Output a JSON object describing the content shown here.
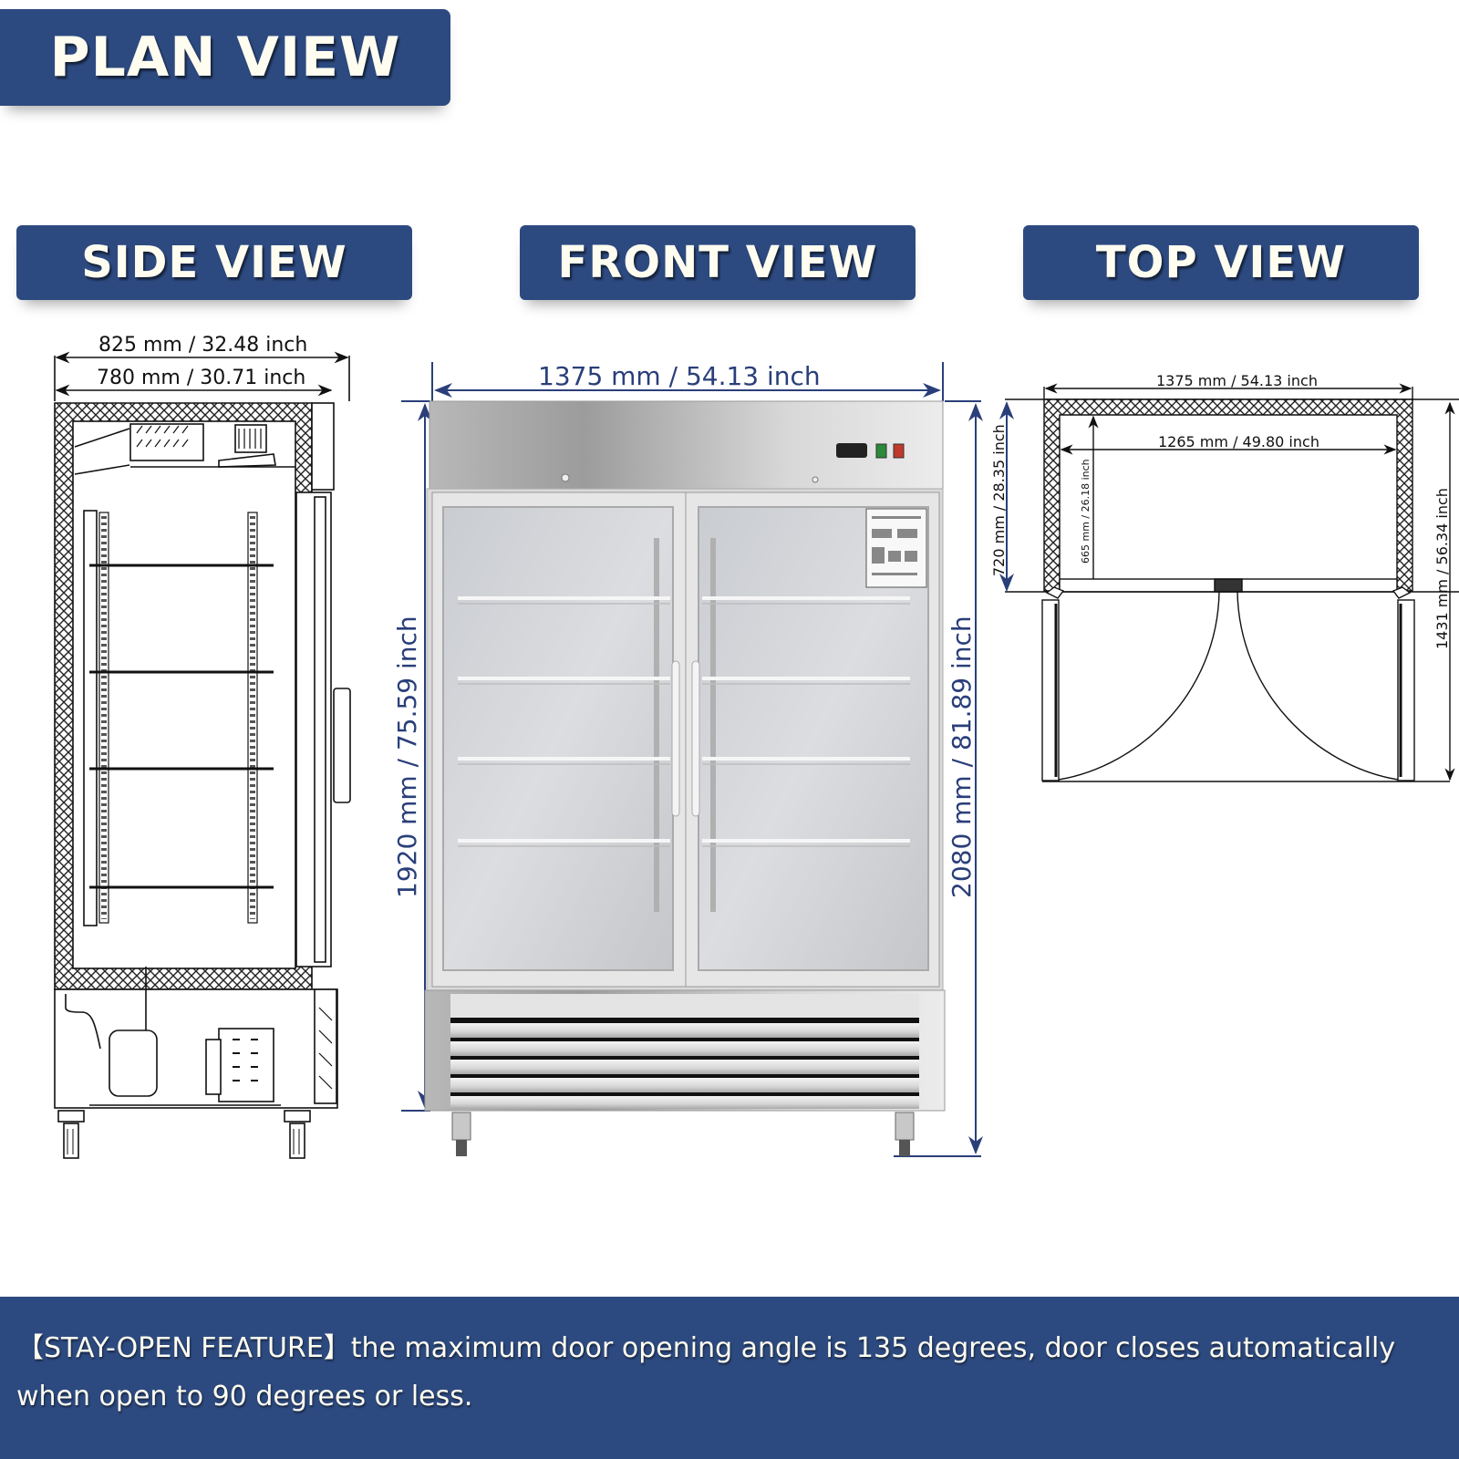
{
  "headings": {
    "plan_view": "PLAN VIEW",
    "side_view": "SIDE VIEW",
    "front_view": "FRONT VIEW",
    "top_view": "TOP VIEW"
  },
  "side_view": {
    "overall_depth": "825 mm / 32.48 inch",
    "body_depth": "780 mm / 30.71 inch",
    "shelves": 4
  },
  "front_view": {
    "width": "1375 mm / 54.13 inch",
    "body_height": "1920 mm / 75.59 inch",
    "total_height": "2080 mm / 81.89 inch",
    "doors": 2,
    "shelves_per_door": 4,
    "control_panel": [
      "digital-thermostat",
      "green-switch",
      "red-switch"
    ]
  },
  "top_view": {
    "outer_width": "1375 mm / 54.13 inch",
    "inner_width": "1265 mm / 49.80 inch",
    "outer_depth": "720 mm / 28.35 inch",
    "inner_depth": "665 mm / 26.18 inch",
    "depth_doors_open": "1431 mm / 56.34 inch"
  },
  "colors": {
    "banner_bg": "#2d4a80",
    "banner_text": "#fffdf0",
    "dimension_blue": "#2a3f7a"
  },
  "footer": {
    "line1": "【STAY-OPEN FEATURE】the maximum door opening angle is 135 degrees, door closes automatically",
    "line2": "when open to 90 degrees or less."
  }
}
